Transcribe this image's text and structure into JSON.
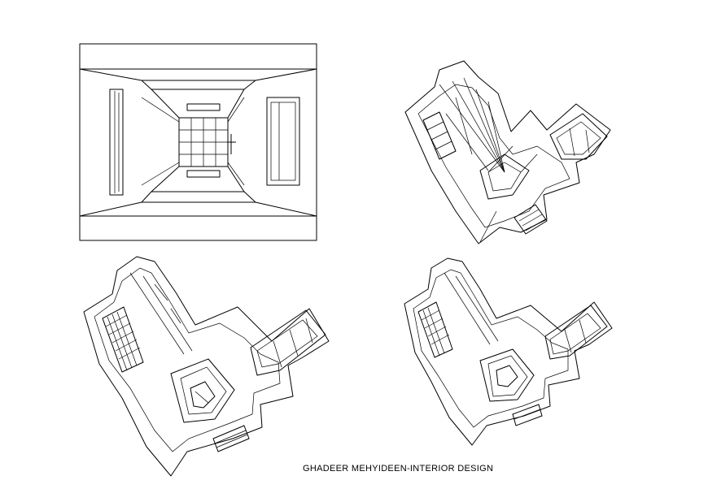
{
  "footer": {
    "credit": "GHADEER MEHYIDEEN-INTERIOR DESIGN"
  },
  "colors": {
    "background": "#ffffff",
    "line": "#000000"
  },
  "views": [
    {
      "id": "interior-perspective",
      "type": "one-point perspective"
    },
    {
      "id": "wireframe-axonometric",
      "type": "wireframe axonometric"
    },
    {
      "id": "axonometric-large",
      "type": "axonometric view"
    },
    {
      "id": "axonometric-small",
      "type": "axonometric view"
    }
  ]
}
